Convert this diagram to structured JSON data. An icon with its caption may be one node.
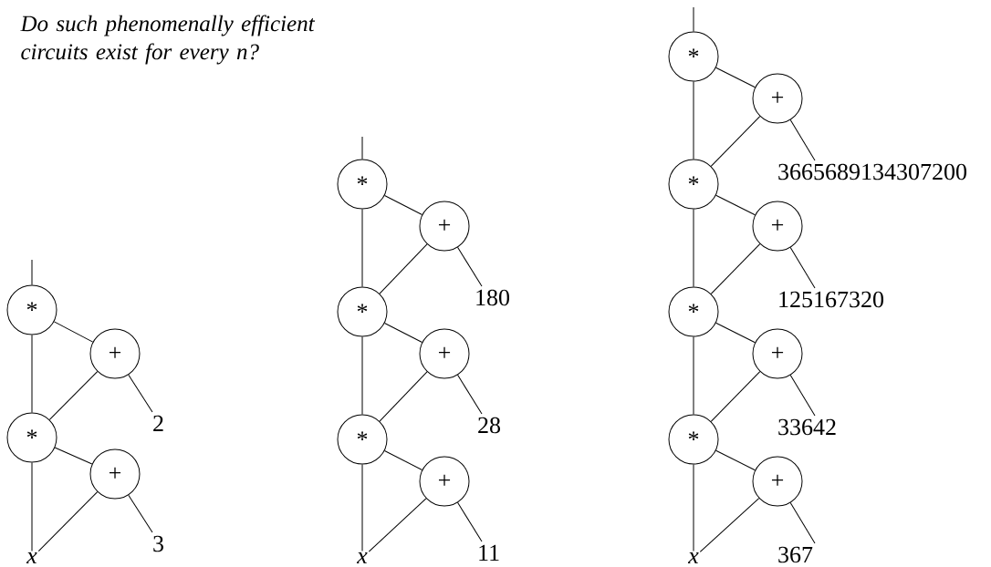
{
  "diagram": {
    "nodes": [
      {
        "text": [
          "*"
        ]
      },
      {
        "text": [
          "*"
        ]
      },
      {
        "text": [
          "+"
        ]
      },
      {
        "text": [
          "+"
        ]
      },
      {
        "text": [
          "2"
        ]
      },
      {
        "text": [
          "3"
        ]
      },
      {
        "text": [
          "x"
        ]
      },
      {
        "text": [
          "*"
        ]
      },
      {
        "text": [
          "*"
        ]
      },
      {
        "text": [
          "*"
        ]
      },
      {
        "text": [
          "+"
        ]
      },
      {
        "text": [
          "+"
        ]
      },
      {
        "text": [
          "+"
        ]
      },
      {
        "text": [
          "180"
        ]
      },
      {
        "text": [
          "28"
        ]
      },
      {
        "text": [
          "11"
        ]
      },
      {
        "text": [
          "x"
        ]
      },
      {
        "text": [
          "*"
        ]
      },
      {
        "text": [
          "*"
        ]
      },
      {
        "text": [
          "*"
        ]
      },
      {
        "text": [
          "*"
        ]
      },
      {
        "text": [
          "+"
        ]
      },
      {
        "text": [
          "+"
        ]
      },
      {
        "text": [
          "+"
        ]
      },
      {
        "text": [
          "+"
        ]
      },
      {
        "text": [
          "3665689134307200"
        ]
      },
      {
        "text": [
          "125167320"
        ]
      },
      {
        "text": [
          "33642"
        ]
      },
      {
        "text": [
          "367"
        ]
      },
      {
        "text": [
          "x"
        ]
      }
    ],
    "edges": [
      {
        "from": 0,
        "to": null,
        "arrow": "none"
      },
      {
        "from": 1,
        "to": 0,
        "arrow": "none"
      },
      {
        "from": 0,
        "to": 2,
        "arrow": "none"
      },
      {
        "from": 1,
        "to": 2,
        "arrow": "none"
      },
      {
        "from": 4,
        "to": 2,
        "arrow": "none"
      },
      {
        "from": 6,
        "to": 1,
        "arrow": "none"
      },
      {
        "from": 1,
        "to": 3,
        "arrow": "none"
      },
      {
        "from": 6,
        "to": 3,
        "arrow": "none"
      },
      {
        "from": 5,
        "to": 3,
        "arrow": "none"
      },
      {
        "from": 7,
        "to": null,
        "arrow": "none"
      },
      {
        "from": 8,
        "to": 7,
        "arrow": "none"
      },
      {
        "from": 7,
        "to": 10,
        "arrow": "none"
      },
      {
        "from": 8,
        "to": 10,
        "arrow": "none"
      },
      {
        "from": 13,
        "to": 10,
        "arrow": "none"
      },
      {
        "from": 9,
        "to": 8,
        "arrow": "none"
      },
      {
        "from": 8,
        "to": 11,
        "arrow": "none"
      },
      {
        "from": 9,
        "to": 11,
        "arrow": "none"
      },
      {
        "from": 14,
        "to": 11,
        "arrow": "none"
      },
      {
        "from": 16,
        "to": 9,
        "arrow": "none"
      },
      {
        "from": 9,
        "to": 12,
        "arrow": "none"
      },
      {
        "from": 16,
        "to": 12,
        "arrow": "none"
      },
      {
        "from": 15,
        "to": 12,
        "arrow": "none"
      },
      {
        "from": 17,
        "to": null,
        "arrow": "none"
      },
      {
        "from": 18,
        "to": 17,
        "arrow": "none"
      },
      {
        "from": 17,
        "to": 21,
        "arrow": "none"
      },
      {
        "from": 18,
        "to": 21,
        "arrow": "none"
      },
      {
        "from": 25,
        "to": 21,
        "arrow": "none"
      },
      {
        "from": 19,
        "to": 18,
        "arrow": "none"
      },
      {
        "from": 18,
        "to": 22,
        "arrow": "none"
      },
      {
        "from": 19,
        "to": 22,
        "arrow": "none"
      },
      {
        "from": 26,
        "to": 22,
        "arrow": "none"
      },
      {
        "from": 20,
        "to": 19,
        "arrow": "none"
      },
      {
        "from": 19,
        "to": 23,
        "arrow": "none"
      },
      {
        "from": 20,
        "to": 23,
        "arrow": "none"
      },
      {
        "from": 27,
        "to": 23,
        "arrow": "none"
      },
      {
        "from": 29,
        "to": 20,
        "arrow": "none"
      },
      {
        "from": 20,
        "to": 24,
        "arrow": "none"
      },
      {
        "from": 29,
        "to": 24,
        "arrow": "none"
      },
      {
        "from": 28,
        "to": 24,
        "arrow": "none"
      }
    ],
    "labels": [
      "Do such phenomenally efficient circuits exist for every n?"
    ]
  }
}
